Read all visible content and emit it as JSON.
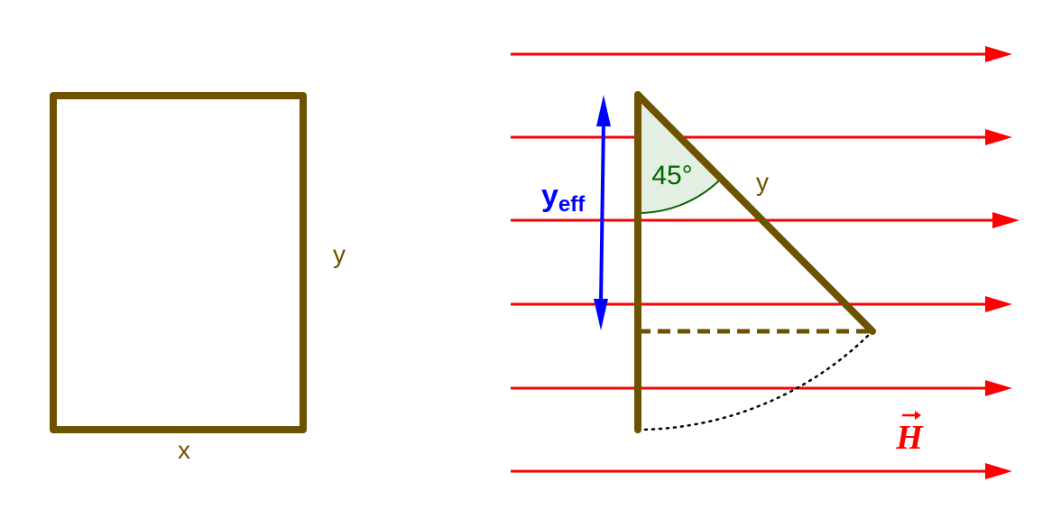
{
  "labels": {
    "rect_x": "x",
    "rect_y": "y",
    "hyp_y": "y",
    "angle": "45°",
    "yeff_main": "y",
    "yeff_sub": "eff",
    "field": "H"
  },
  "colors": {
    "loop": "#6e5200",
    "field": "#ff0000",
    "yeff": "#0000ff",
    "angle": "#006400",
    "angle_fill": "#e3efe3"
  },
  "field_line_count": 6,
  "angle_degrees": 45
}
